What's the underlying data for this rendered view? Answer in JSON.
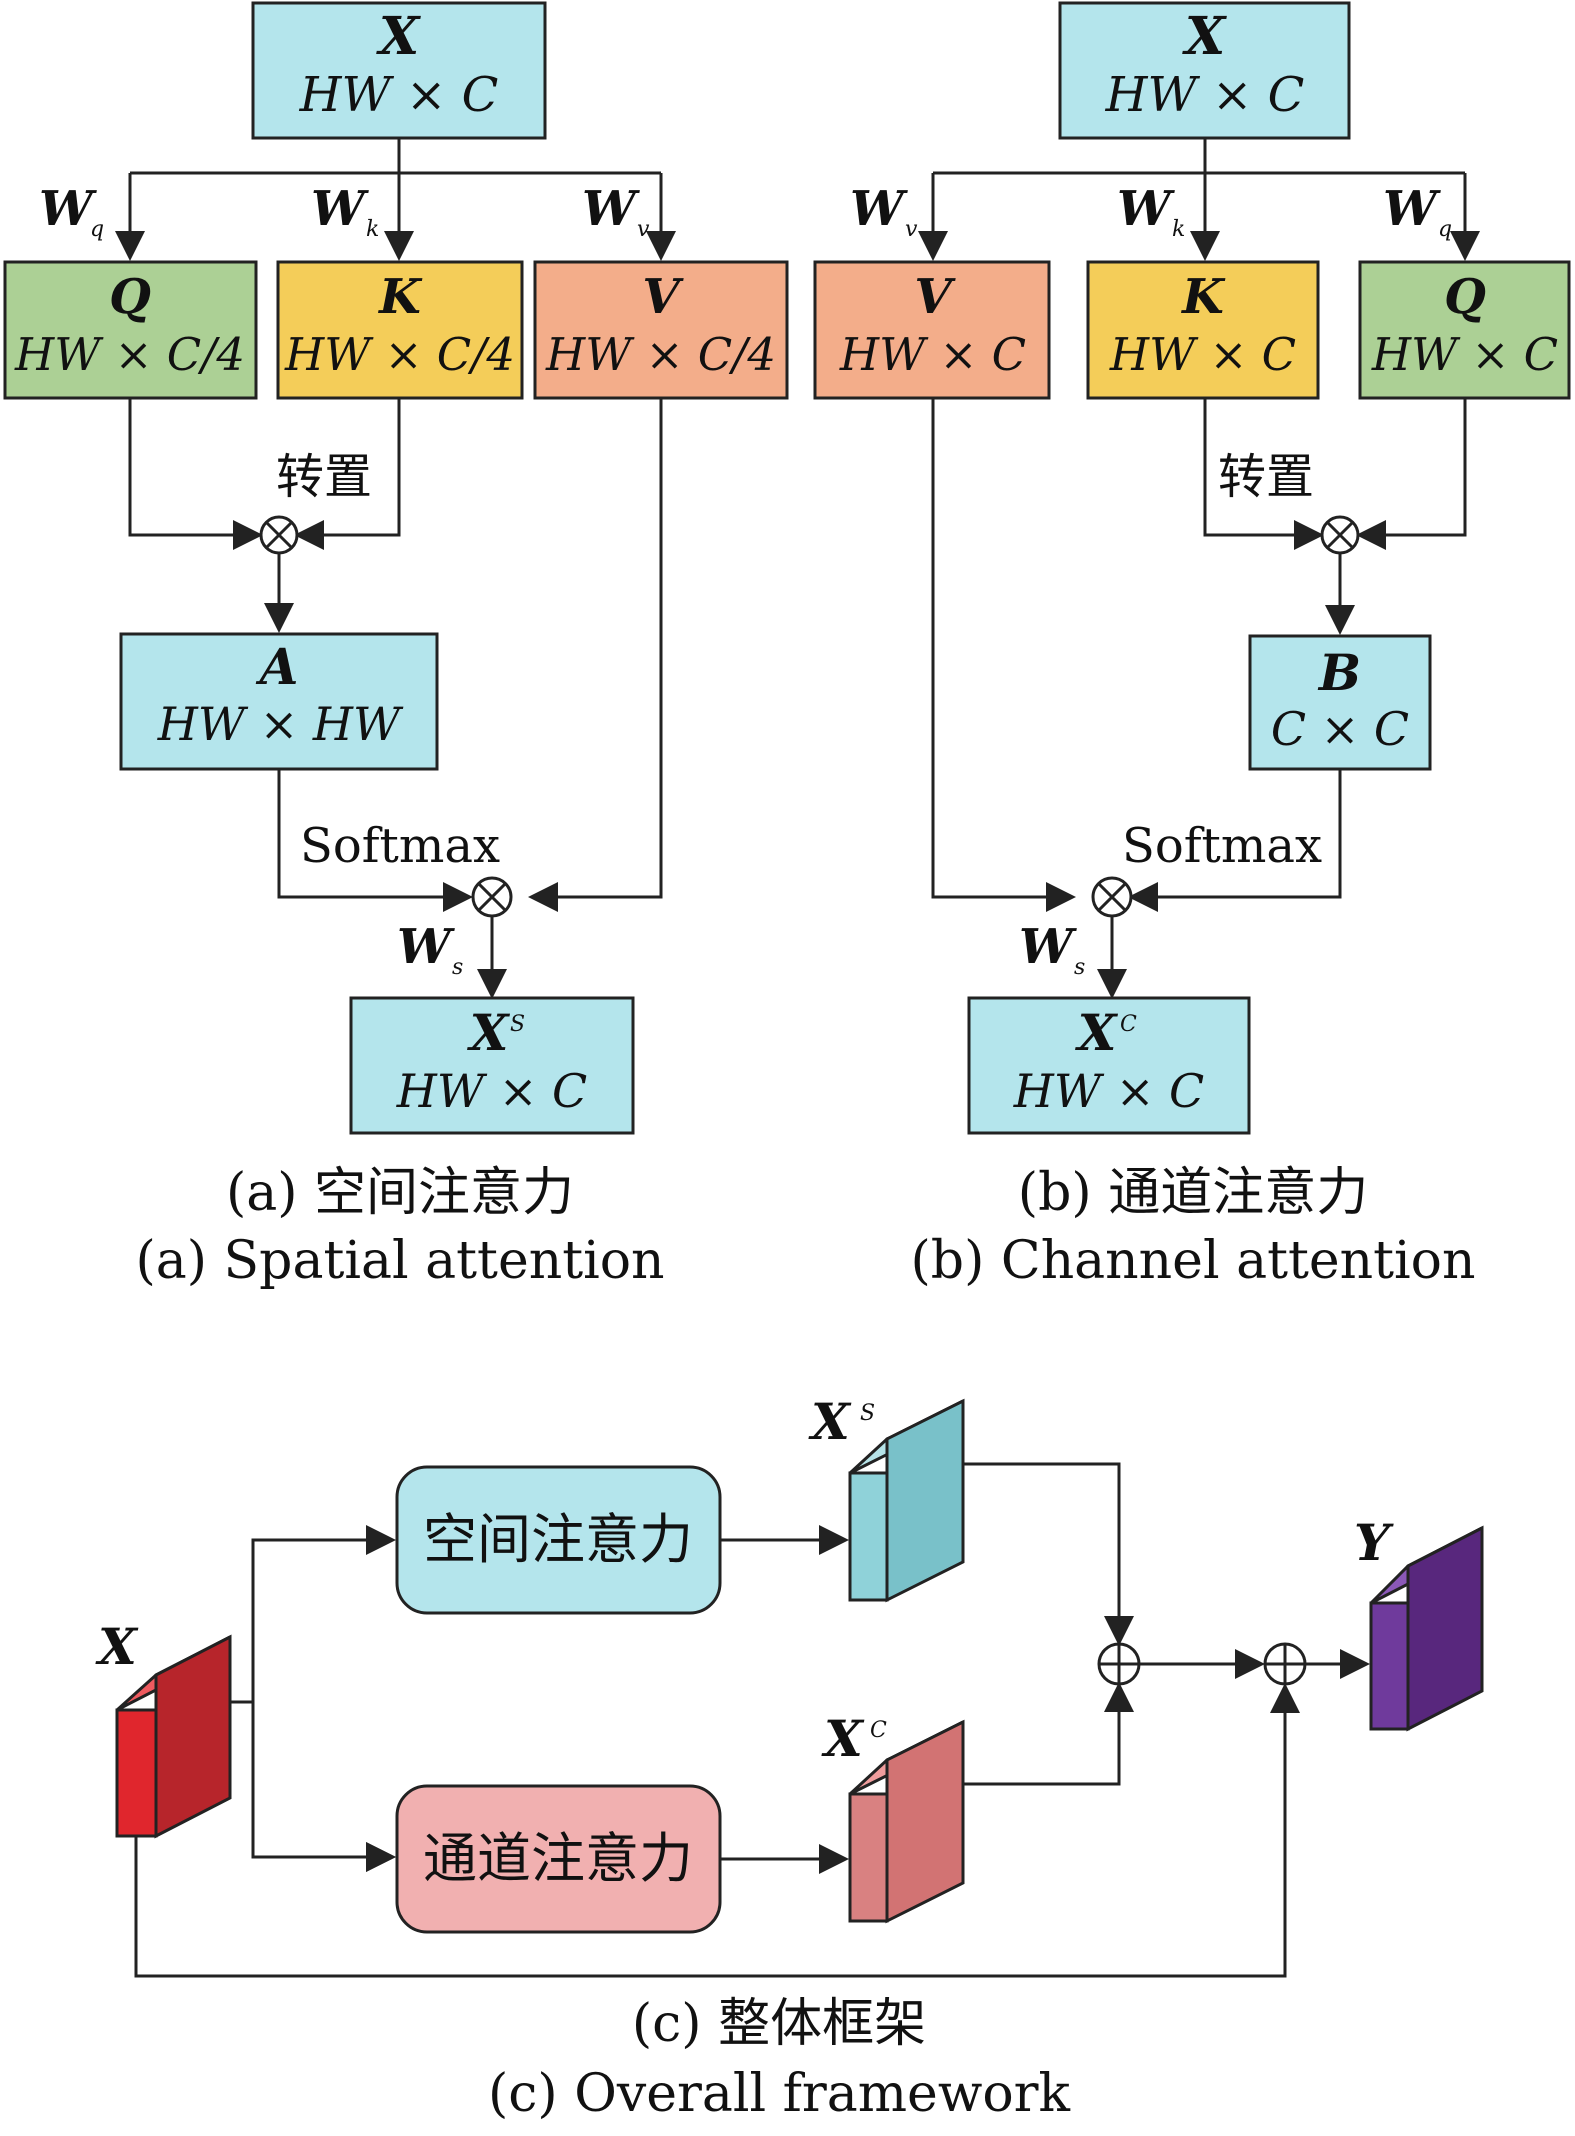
{
  "colors": {
    "cyan": "#b4e5ec",
    "green": "#acd095",
    "yellow": "#f4cd59",
    "salmon": "#f3ad8a",
    "cyan_rounded": "#b4e5ec",
    "pink_rounded": "#f1b0b0",
    "cube_red_front": "#e0262d",
    "cube_red_side": "#b7252b",
    "cube_red_top": "#ef5a5f",
    "cube_cyan_front": "#8fd2d9",
    "cube_cyan_side": "#79c1c9",
    "cube_cyan_top": "#b6e3e8",
    "cube_pink_front": "#d98181",
    "cube_pink_side": "#d27373",
    "cube_pink_top": "#ef9d9d",
    "cube_purple_front": "#6f3a9c",
    "cube_purple_side": "#58277d",
    "cube_purple_top": "#8b58b8"
  },
  "symbols": {
    "multiply": "⊗",
    "add": "⊕"
  },
  "spatial": {
    "x_title": "X",
    "x_dim": "HW × C",
    "wq_main": "W",
    "wq_sub": "q",
    "wk_main": "W",
    "wk_sub": "k",
    "wv_main": "W",
    "wv_sub": "v",
    "q_title": "Q",
    "q_dim": "HW × C/4",
    "k_title": "K",
    "k_dim": "HW × C/4",
    "v_title": "V",
    "v_dim": "HW × C/4",
    "transpose_label": "转置",
    "a_title": "A",
    "a_dim": "HW × HW",
    "softmax_label": "Softmax",
    "ws_main": "W",
    "ws_sub": "s",
    "xs_title": "X",
    "xs_sup": "S",
    "xs_dim": "HW × C",
    "caption_cn": "(a) 空间注意力",
    "caption_en": "(a) Spatial attention"
  },
  "channel": {
    "x_title": "X",
    "x_dim": "HW × C",
    "wv_main": "W",
    "wv_sub": "v",
    "wk_main": "W",
    "wk_sub": "k",
    "wq_main": "W",
    "wq_sub": "q",
    "v_title": "V",
    "v_dim": "HW × C",
    "k_title": "K",
    "k_dim": "HW × C",
    "q_title": "Q",
    "q_dim": "HW × C",
    "transpose_label": "转置",
    "b_title": "B",
    "b_dim": "C × C",
    "softmax_label": "Softmax",
    "ws_main": "W",
    "ws_sub": "s",
    "xc_title": "X",
    "xc_sup": "C",
    "xc_dim": "HW × C",
    "caption_cn": "(b) 通道注意力",
    "caption_en": "(b) Channel attention"
  },
  "overall": {
    "x_label": "X",
    "spatial_box": "空间注意力",
    "channel_box": "通道注意力",
    "xs_label": "X",
    "xs_sup": "S",
    "xc_label": "X",
    "xc_sup": "C",
    "y_label": "Y",
    "caption_cn": "(c) 整体框架",
    "caption_en": "(c) Overall framework"
  }
}
